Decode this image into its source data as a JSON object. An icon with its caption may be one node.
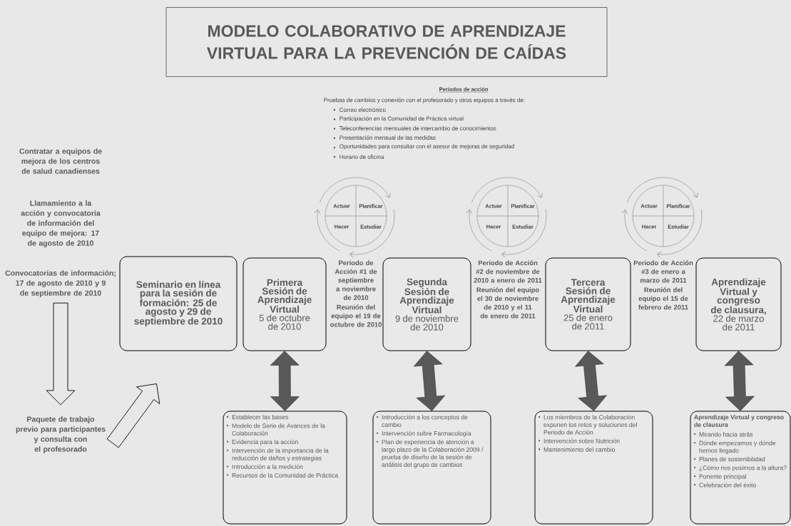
{
  "diagram": {
    "title": "MODELO COLABORATIVO DE APRENDIZAJE VIRTUAL PARA LA PREVENCIÓN DE CAÍDAS",
    "nodes": [
      {
        "text": [
          "Contratar a equipos de mejora de los centros de salud canadienses"
        ]
      },
      {
        "text": [
          "Llamamiento a la acción y convocatoria de información del equipo de mejora: 17 de agosto de 2010"
        ]
      },
      {
        "text": [
          "Convocatorias de información; 17 de agosto de 2010 y 9 de septiembre de 2010"
        ]
      },
      {
        "text": [
          "Paquete de trabajo previo para participantes y consulta con el profesorado"
        ]
      },
      {
        "text": [
          "Seminario en línea para la sesión de formación: 25 de agosto y 29 de septiembre de 2010"
        ]
      },
      {
        "text": [
          "Primera Sesión de Aprendizaje Virtual",
          "5 de octubre de 2010"
        ]
      },
      {
        "text": [
          "Establecer las bases",
          "Modelo de Serie de Avances de la Colaboración",
          "Evidencia para la acción",
          "Intervención de la importancia de la reducción de daños y estrategias",
          "Introducción a la medición",
          "Recursos de la Comunidad de Práctica"
        ]
      },
      {
        "text": [
          "Actuar",
          "Planificar",
          "Hacer",
          "Estudiar"
        ],
        "beside": [
          "Periodo de Acción #1 de septiembre a noviembre de 2010",
          "Reunión del equipo el 19 de octubre de 2010"
        ]
      },
      {
        "text": [
          "Segunda Sesión de Aprendizaje Virtual",
          "9 de noviembre de 2010"
        ]
      },
      {
        "text": [
          "Introducción a los conceptos de cambio",
          "Intervención sobre Farmacología",
          "Plan de experiencia de atención a largo plazo de la Colaboración 2009 / prueba de diseño de la sesión de análisis del grupo de cambios"
        ]
      },
      {
        "text": [
          "Actuar",
          "Planificar",
          "Hacer",
          "Estudiar"
        ],
        "beside": [
          "Periodo de Acción #2 de noviembre de 2010 a enero de 2011",
          "Reunión del equipo el 30 de noviembre de 2010 y el 11 de enero de 2011"
        ]
      },
      {
        "text": [
          "Tercera Sesión de Aprendizaje Virtual",
          "25 de enero de 2011"
        ]
      },
      {
        "text": [
          "Los miembros de la Colaboración exponen los retos y soluciones del Periodo de Acción",
          "Intervención sobre Nutrición",
          "Mantenimiento del cambio"
        ]
      },
      {
        "text": [
          "Actuar",
          "Planificar",
          "Hacer",
          "Estudiar"
        ],
        "beside": [
          "Periodo de Acción #3 de enero a marzo de 2011",
          "Reunión del equipo el 15 de febrero de 2011"
        ]
      },
      {
        "text": [
          "Aprendizaje Virtual y congreso de clausura,",
          "22 de marzo de 2011"
        ]
      },
      {
        "text": [
          "Aprendizaje Virtual y congreso de clausura",
          "Mirando hacia atrás",
          "Dónde empezamos y dónde hemos llegado",
          "Planes de sostenibilidad",
          "¿Cómo nos pusimos a la altura?",
          "Ponente principal",
          "Celebración del éxito"
        ]
      }
    ],
    "edges": [
      {
        "from": 2,
        "to": 3,
        "arrow": "to"
      },
      {
        "from": 3,
        "to": 4,
        "arrow": "to"
      },
      {
        "from": 5,
        "to": 6,
        "arrow": "both"
      },
      {
        "from": 8,
        "to": 9,
        "arrow": "both"
      },
      {
        "from": 11,
        "to": 12,
        "arrow": "both"
      },
      {
        "from": 14,
        "to": 15,
        "arrow": "both"
      }
    ],
    "labels": [
      "Periodos de acción",
      "Pruebas de cambios y conexión con el profesorado y otros equipos a través de:",
      "Correo electrónico",
      "Participación en la Comunidad de Práctica virtual",
      "Teleconferencias mensuales de intercambio de conocimientos",
      "Presentación mensual de las medidas",
      "Oportunidades para consultar con el asesor de mejoras de seguridad",
      "Horario de oficina"
    ]
  }
}
